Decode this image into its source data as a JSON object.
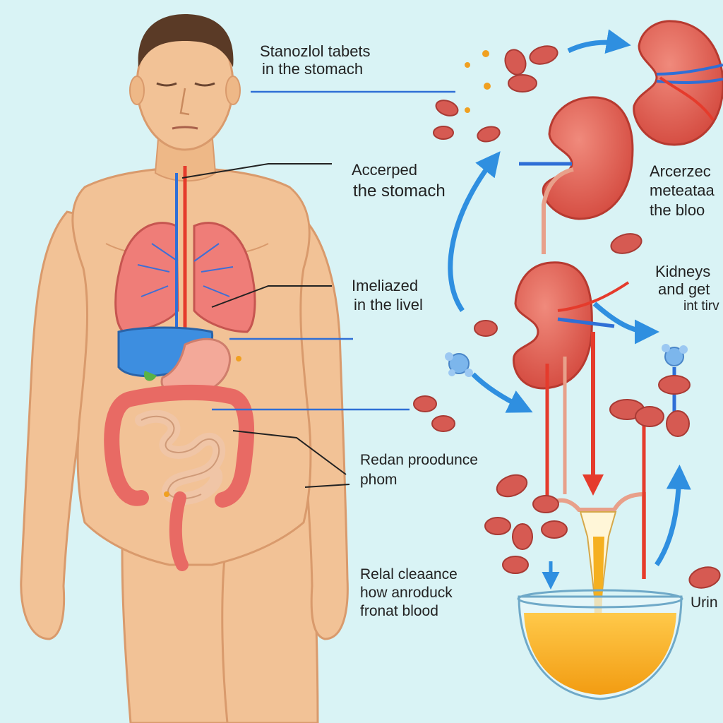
{
  "labels": {
    "tablets": {
      "line1": "Stanozlol tabets",
      "line2": "in the  stomach"
    },
    "absorbed_stomach": {
      "line1": "Accerped",
      "line2": "the stomach"
    },
    "liver": {
      "line1": "Imeliazed",
      "line2": "in the livel"
    },
    "produce": {
      "line1": "Redan proodunce",
      "line2": "phom"
    },
    "clearance": {
      "line1": "Relal cleaance",
      "line2": "how anroduck",
      "line3": "fronat blood"
    },
    "absorbed_blood": {
      "line1": "Arcerzec",
      "line2": "meteataa",
      "line3": "the bloo"
    },
    "kidneys": {
      "line1": "Kidneys",
      "line2": "and  get",
      "line3": "int tirv"
    },
    "urine": {
      "line1": "Urin"
    }
  },
  "colors": {
    "background": "#d9f3f5",
    "skin": "#f2c296",
    "skin_shadow": "#d99a6c",
    "lung": "#ef7d78",
    "liver": "#3d8ee0",
    "stomach": "#f3a999",
    "intestine": "#e86a64",
    "kidney": "#e45f52",
    "artery": "#e53b2c",
    "vein": "#2f6fd6",
    "arrow": "#2f8fe0",
    "tablet": "#d65a52",
    "urine": "#f5b020"
  }
}
